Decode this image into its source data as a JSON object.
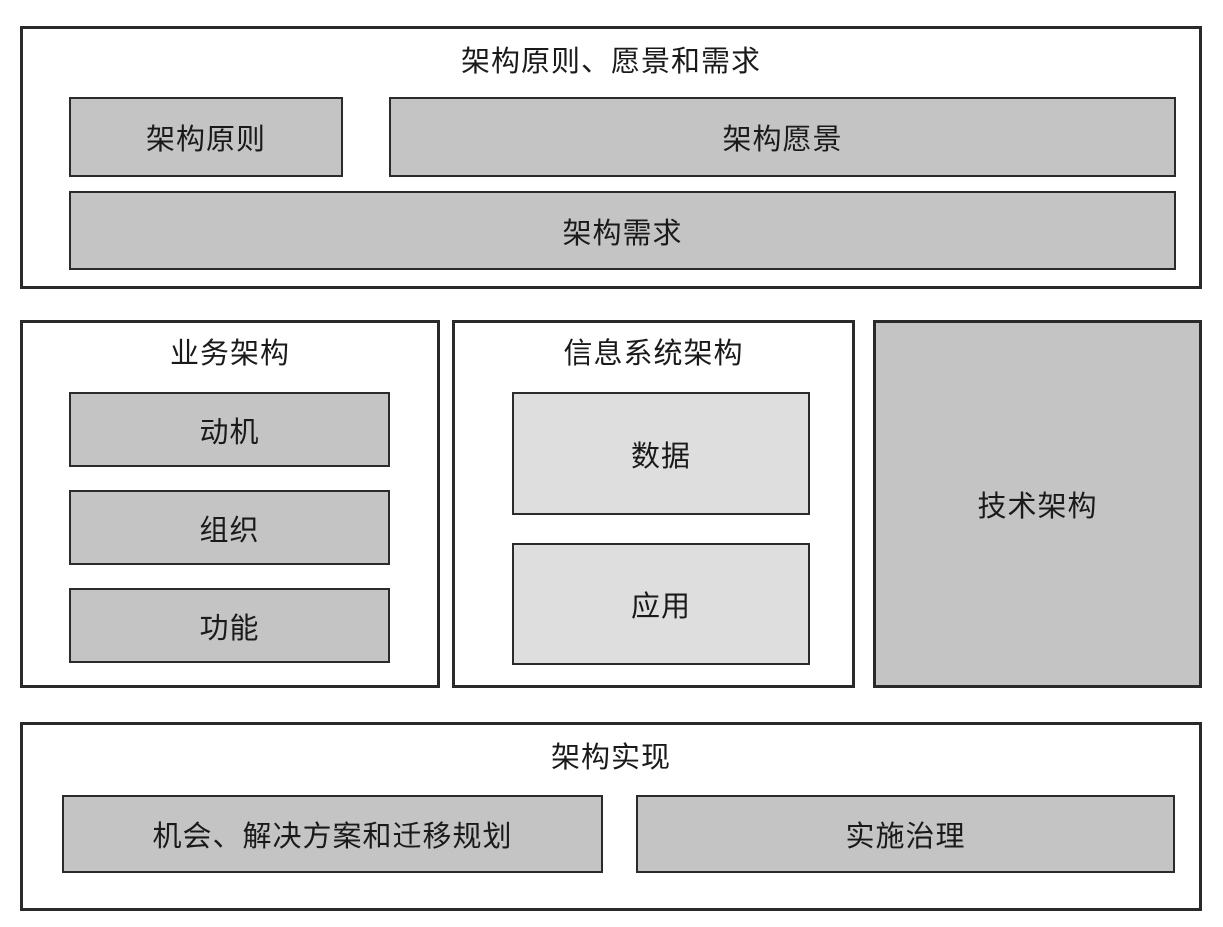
{
  "diagram": {
    "description": "enterprise-architecture-framework-diagram",
    "colors": {
      "background": "#ffffff",
      "border_dark": "#2a2a2a",
      "fill_medium_gray": "#c4c4c4",
      "fill_light_gray": "#dedede",
      "text": "#1a1a1a"
    },
    "top_section": {
      "title": "架构原则、愿景和需求",
      "principles_label": "架构原则",
      "vision_label": "架构愿景",
      "requirements_label": "架构需求"
    },
    "middle_row": {
      "business": {
        "title": "业务架构",
        "items": [
          "动机",
          "组织",
          "功能"
        ]
      },
      "information_systems": {
        "title": "信息系统架构",
        "items": [
          "数据",
          "应用"
        ]
      },
      "technology": {
        "title": "技术架构"
      }
    },
    "bottom_section": {
      "title": "架构实现",
      "opportunities_label": "机会、解决方案和迁移规划",
      "governance_label": "实施治理"
    }
  }
}
